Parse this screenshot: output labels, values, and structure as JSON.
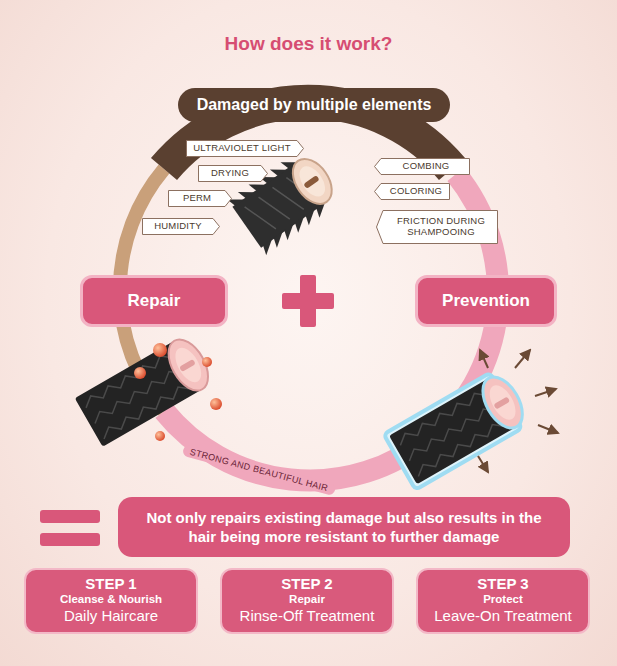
{
  "diagram": {
    "title": "How does it work?",
    "nodes": [
      {
        "text": [
          "Damaged by multiple elements"
        ]
      },
      {
        "text": [
          "ULTRAVIOLET LIGHT"
        ]
      },
      {
        "text": [
          "COMBING"
        ]
      },
      {
        "text": [
          "DRYING"
        ]
      },
      {
        "text": [
          "COLORING"
        ]
      },
      {
        "text": [
          "PERM"
        ]
      },
      {
        "text": [
          "HUMIDITY"
        ]
      },
      {
        "text": [
          "FRICTION DURING SHAMPOOING"
        ]
      },
      {
        "text": [
          "Repair"
        ]
      },
      {
        "text": [
          "Prevention"
        ]
      },
      {
        "text": [
          "Not only repairs existing damage but also results in the hair being more resistant to further damage"
        ]
      },
      {
        "text": [
          "STEP 1",
          "Cleanse & Nourish",
          "Daily Haircare"
        ]
      },
      {
        "text": [
          "STEP 2",
          "Repair",
          "Rinse-Off Treatment"
        ]
      },
      {
        "text": [
          "STEP 3",
          "Protect",
          "Leave-On Treatment"
        ]
      }
    ],
    "labels": [
      "STRONG AND BEAUTIFUL HAIR"
    ]
  }
}
